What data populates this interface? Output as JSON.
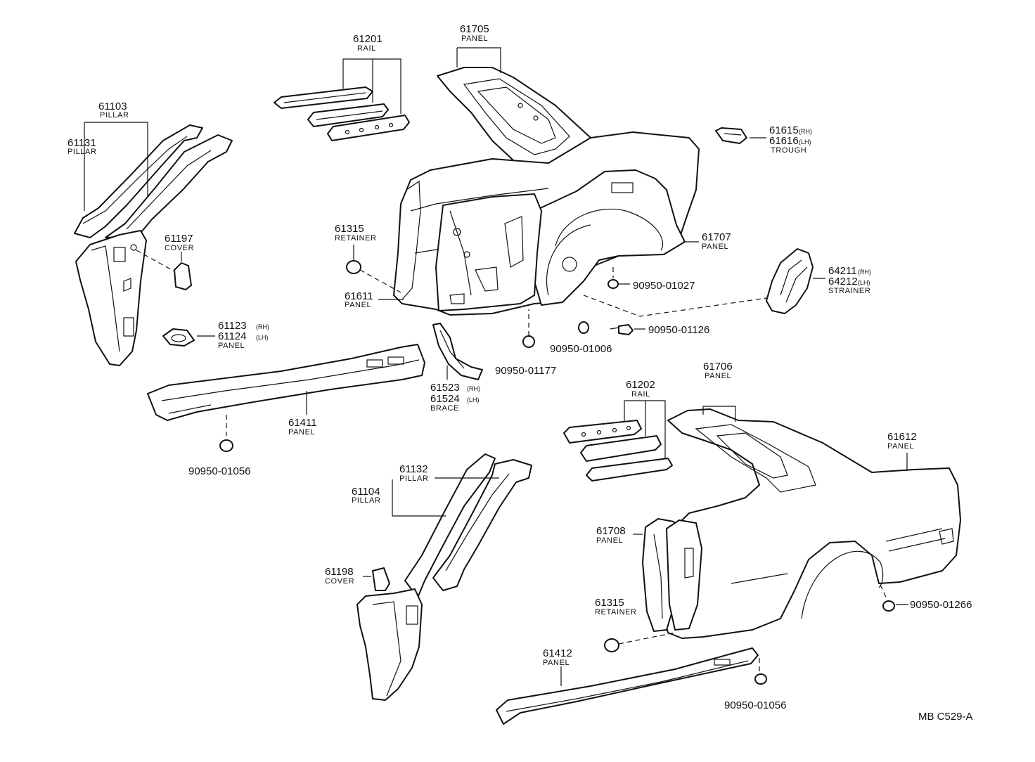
{
  "labels": {
    "p61103": {
      "code": "61103",
      "name": "PILLAR"
    },
    "p61131": {
      "code": "61131",
      "name": "PILLAR"
    },
    "p61201": {
      "code": "61201",
      "name": "RAIL"
    },
    "p61705": {
      "code": "61705",
      "name": "PANEL"
    },
    "p61615": {
      "code": "61615",
      "side": "(RH)"
    },
    "p61616": {
      "code": "61616",
      "side": "(LH)",
      "name": "TROUGH"
    },
    "p61197": {
      "code": "61197",
      "name": "COVER"
    },
    "p61315a": {
      "code": "61315",
      "name": "RETAINER"
    },
    "p61707": {
      "code": "61707",
      "name": "PANEL"
    },
    "p64211": {
      "code": "64211",
      "side": "(RH)"
    },
    "p64212": {
      "code": "64212",
      "side": "(LH)",
      "name": "STRAINER"
    },
    "p61611": {
      "code": "61611",
      "name": "PANEL"
    },
    "p61123": {
      "code": "61123",
      "side": "(RH)"
    },
    "p61124": {
      "code": "61124",
      "side": "(LH)",
      "name": "PANEL"
    },
    "b01027": {
      "code": "90950-01027"
    },
    "b01126": {
      "code": "90950-01126"
    },
    "b01006": {
      "code": "90950-01006"
    },
    "b01177": {
      "code": "90950-01177"
    },
    "p61523": {
      "code": "61523",
      "side": "(RH)"
    },
    "p61524": {
      "code": "61524",
      "side": "(LH)",
      "name": "BRACE"
    },
    "p61411": {
      "code": "61411",
      "name": "PANEL"
    },
    "b01056a": {
      "code": "90950-01056"
    },
    "p61706": {
      "code": "61706",
      "name": "PANEL"
    },
    "p61202": {
      "code": "61202",
      "name": "RAIL"
    },
    "p61612": {
      "code": "61612",
      "name": "PANEL"
    },
    "p61132": {
      "code": "61132",
      "name": "PILLAR"
    },
    "p61104": {
      "code": "61104",
      "name": "PILLAR"
    },
    "p61708": {
      "code": "61708",
      "name": "PANEL"
    },
    "p61198": {
      "code": "61198",
      "name": "COVER"
    },
    "p61315b": {
      "code": "61315",
      "name": "RETAINER"
    },
    "b01266": {
      "code": "90950-01266"
    },
    "p61412": {
      "code": "61412",
      "name": "PANEL"
    },
    "b01056b": {
      "code": "90950-01056"
    }
  },
  "diagram_ref": "MB C529-A"
}
